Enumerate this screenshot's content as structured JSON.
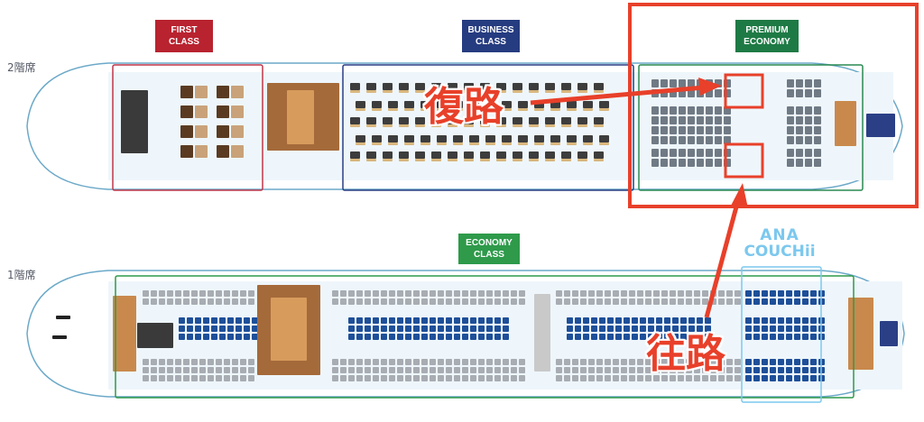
{
  "upper_deck": {
    "label": "2階席",
    "classes": [
      {
        "lines": "FIRST\nCLASS",
        "color": "#b8232f"
      },
      {
        "lines": "BUSINESS\nCLASS",
        "color": "#263c80"
      },
      {
        "lines": "PREMIUM\nECONOMY",
        "color": "#1e7a45"
      }
    ]
  },
  "lower_deck": {
    "label": "1階席",
    "classes": [
      {
        "lines": "ECONOMY\nCLASS",
        "color": "#2e9a4a"
      }
    ],
    "brand": {
      "line1": "ANA",
      "line2": "COUCHii",
      "color": "#7cc8ee"
    }
  },
  "annotations": {
    "return_label": "復路",
    "outbound_label": "往路",
    "accent_color": "#e8402a"
  }
}
